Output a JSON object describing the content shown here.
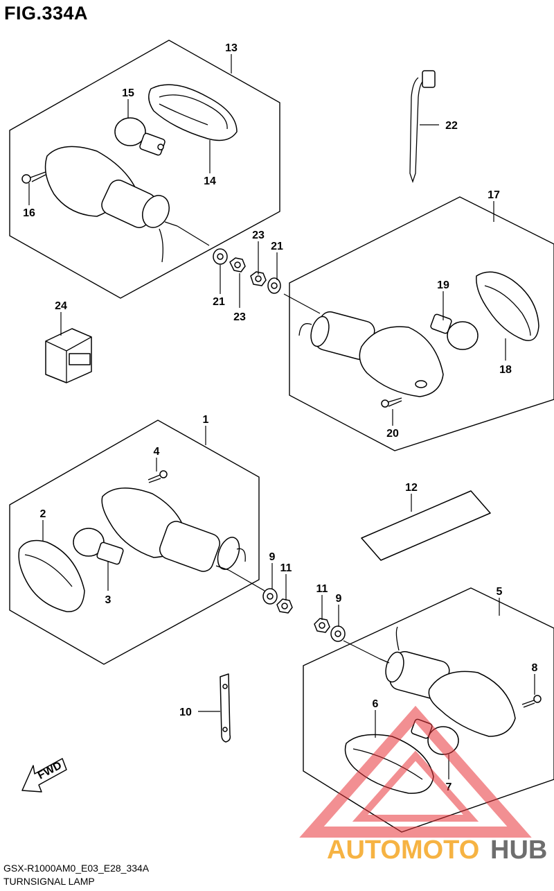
{
  "figure": {
    "title": "FIG.334A",
    "model_code": "GSX-R1000AM0_E03_E28_334A",
    "caption": "TURNSIGNAL LAMP"
  },
  "fwd_label": "FWD",
  "watermark": {
    "part1": "AUTOMOTO",
    "part2": "HUB",
    "color_orange": "#f5a623",
    "color_red": "#e8343a",
    "color_dark": "#555555"
  },
  "callouts": {
    "c1": "1",
    "c2": "2",
    "c3": "3",
    "c4": "4",
    "c5": "5",
    "c6": "6",
    "c7": "7",
    "c8": "8",
    "c9a": "9",
    "c9b": "9",
    "c10": "10",
    "c11a": "11",
    "c11b": "11",
    "c12": "12",
    "c13": "13",
    "c14": "14",
    "c15": "15",
    "c16": "16",
    "c17": "17",
    "c18": "18",
    "c19": "19",
    "c20": "20",
    "c21a": "21",
    "c21b": "21",
    "c22": "22",
    "c23a": "23",
    "c23b": "23",
    "c24": "24"
  }
}
